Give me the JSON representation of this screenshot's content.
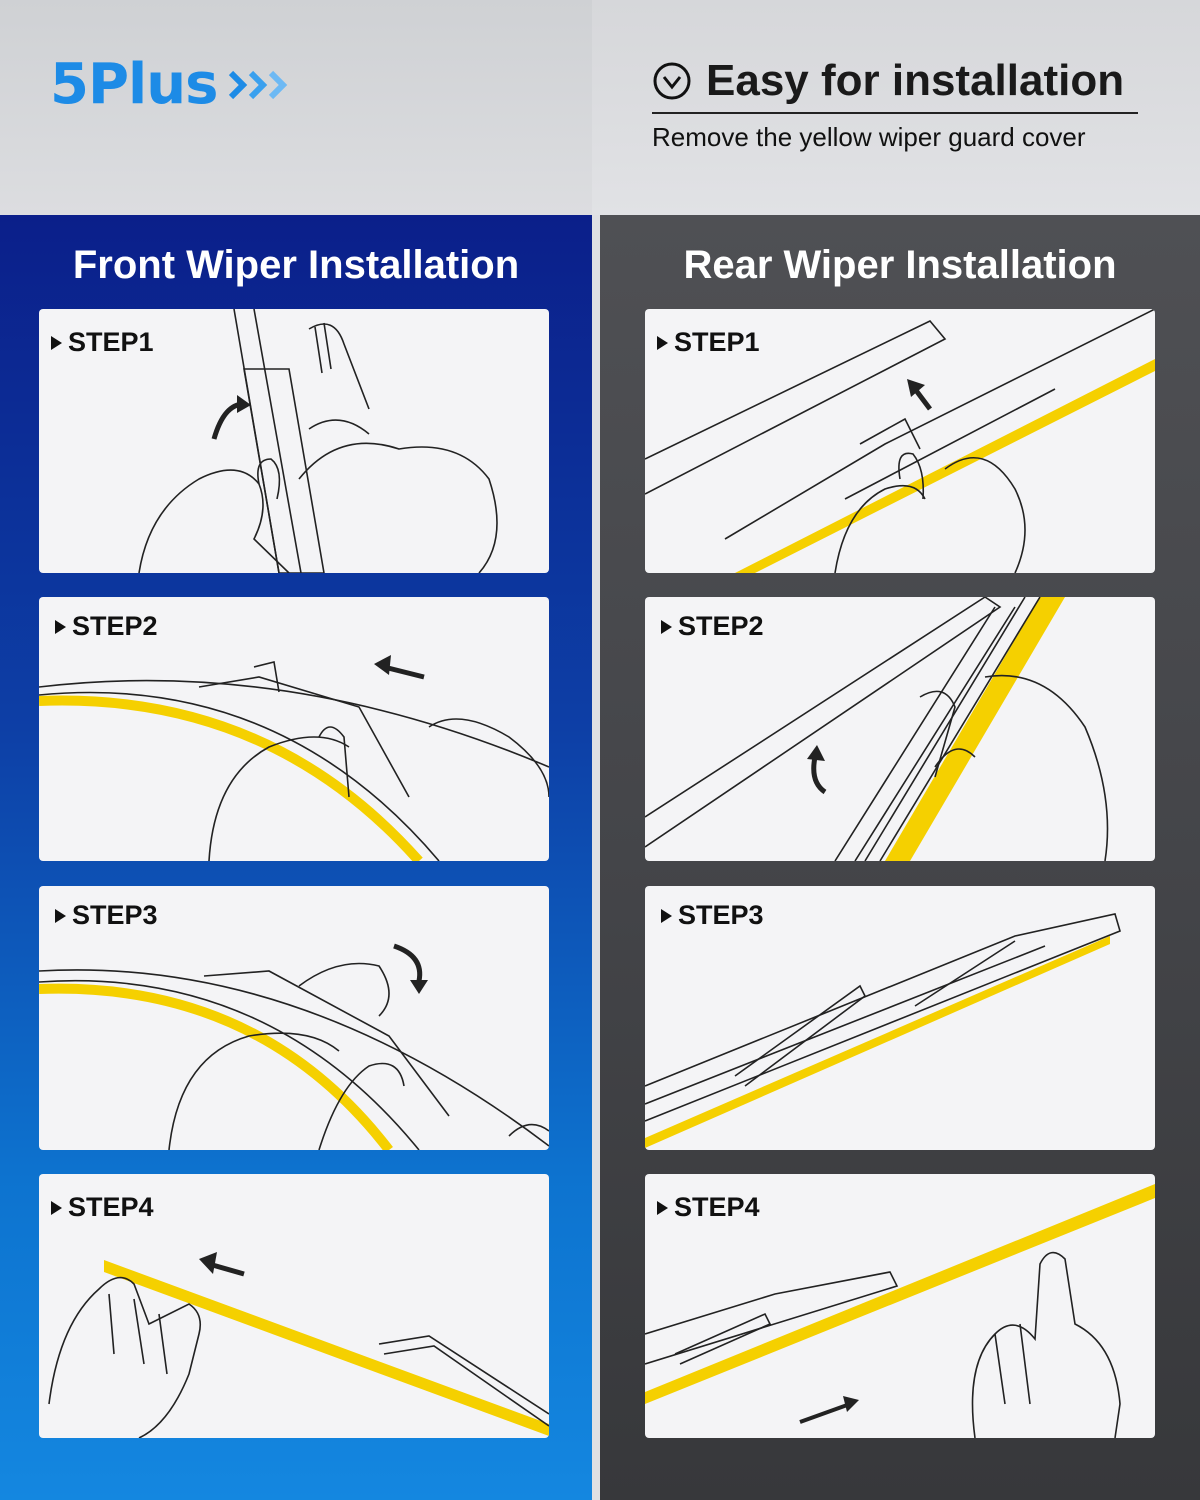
{
  "brand": {
    "logo_text": "5Plus",
    "logo_color": "#1d8be6"
  },
  "headline": {
    "title": "Easy for installation",
    "subtitle": "Remove the yellow wiper guard cover",
    "icon": "check-circle-icon"
  },
  "front": {
    "title": "Front Wiper Installation",
    "steps": [
      {
        "label": "STEP1"
      },
      {
        "label": "STEP2"
      },
      {
        "label": "STEP3"
      },
      {
        "label": "STEP4"
      }
    ]
  },
  "rear": {
    "title": "Rear Wiper Installation",
    "steps": [
      {
        "label": "STEP1"
      },
      {
        "label": "STEP2"
      },
      {
        "label": "STEP3"
      },
      {
        "label": "STEP4"
      }
    ]
  },
  "colors": {
    "front_panel": "#0d3fa6",
    "rear_panel": "#444549",
    "guard_cover": "#f5d000",
    "card": "#f4f4f6"
  }
}
